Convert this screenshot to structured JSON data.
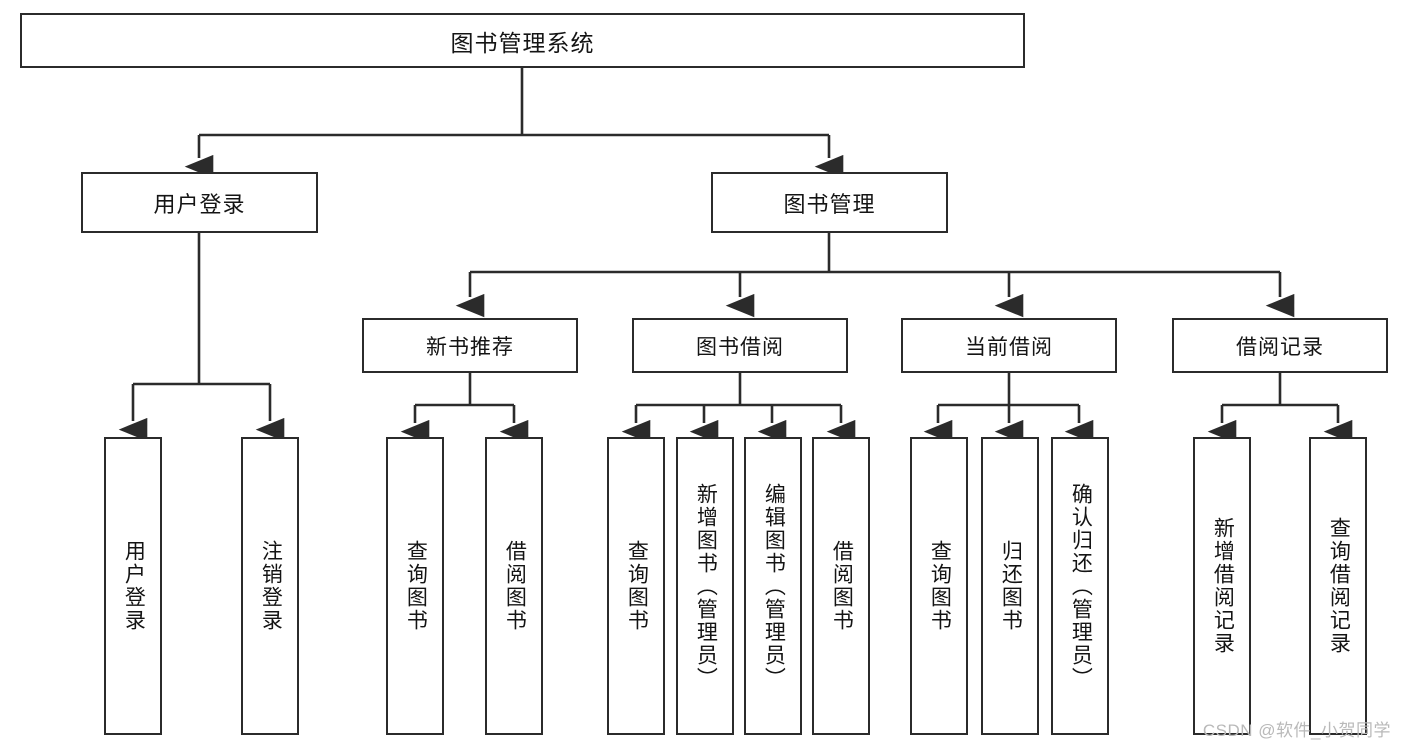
{
  "diagram": {
    "title": "图书管理系统",
    "type": "tree",
    "watermark": "CSDN @软件_小贺同学",
    "colors": {
      "box_border": "#2b2b2b",
      "box_fill": "#ffffff",
      "line": "#2b2b2b",
      "text": "#141414",
      "watermark": "#b9b9b9",
      "background": "#ffffff"
    },
    "root": {
      "label": "图书管理系统"
    },
    "level1": [
      {
        "label": "用户登录"
      },
      {
        "label": "图书管理"
      }
    ],
    "level2": [
      {
        "label": "新书推荐"
      },
      {
        "label": "图书借阅"
      },
      {
        "label": "当前借阅"
      },
      {
        "label": "借阅记录"
      }
    ],
    "leaves": {
      "user_login": [
        {
          "label": "用户登录"
        },
        {
          "label": "注销登录"
        }
      ],
      "new_book_recommend": [
        {
          "label": "查询图书"
        },
        {
          "label": "借阅图书"
        }
      ],
      "book_borrow": [
        {
          "label": "查询图书"
        },
        {
          "label": "新增图书（管理员）"
        },
        {
          "label": "编辑图书（管理员）"
        },
        {
          "label": "借阅图书"
        }
      ],
      "current_borrow": [
        {
          "label": "查询图书"
        },
        {
          "label": "归还图书"
        },
        {
          "label": "确认归还（管理员）"
        }
      ],
      "borrow_record": [
        {
          "label": "新增借阅记录"
        },
        {
          "label": "查询借阅记录"
        }
      ]
    }
  }
}
